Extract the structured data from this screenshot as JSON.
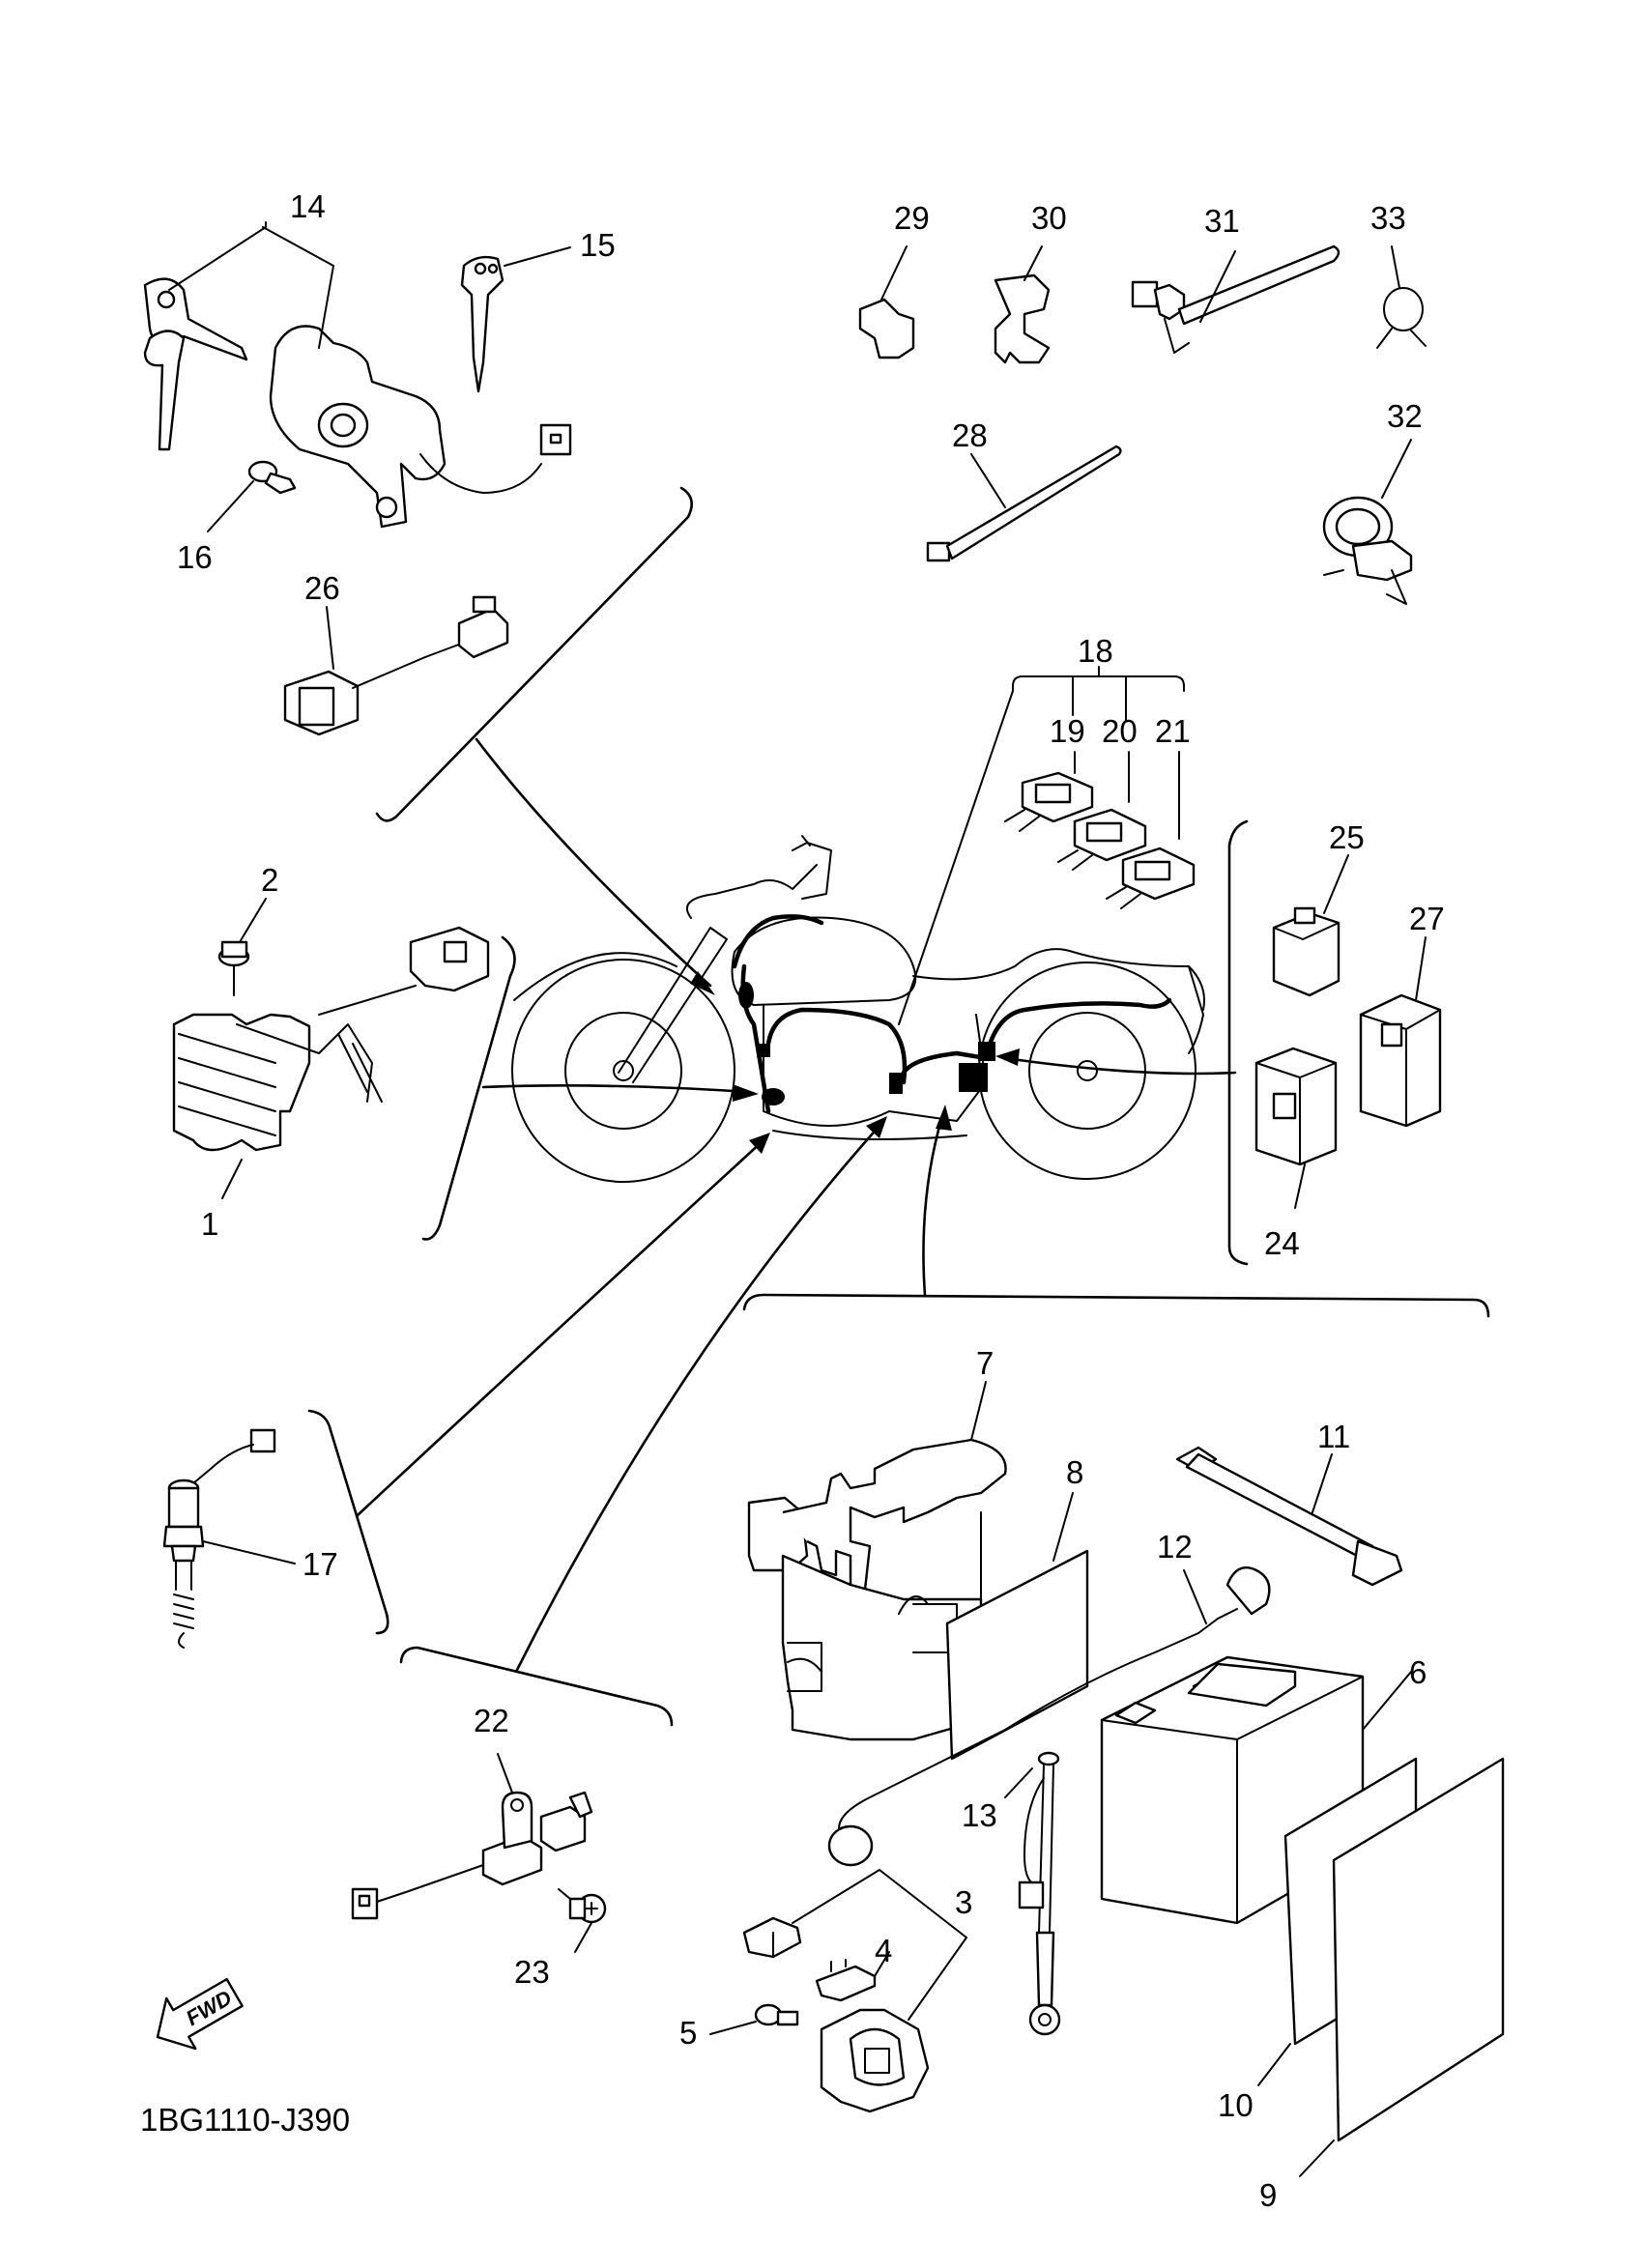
{
  "diagram_code": "1BG1110-J390",
  "direction_label": "FWD",
  "labels": {
    "p1": "1",
    "p2": "2",
    "p3": "3",
    "p4": "4",
    "p5": "5",
    "p6": "6",
    "p7": "7",
    "p8": "8",
    "p9": "9",
    "p10": "10",
    "p11": "11",
    "p12": "12",
    "p13": "13",
    "p14": "14",
    "p15": "15",
    "p16": "16",
    "p17": "17",
    "p18": "18",
    "p19": "19",
    "p20": "20",
    "p21": "21",
    "p22": "22",
    "p23": "23",
    "p24": "24",
    "p25": "25",
    "p26": "26",
    "p27": "27",
    "p28": "28",
    "p29": "29",
    "p30": "30",
    "p31": "31",
    "p32": "32",
    "p33": "33"
  }
}
